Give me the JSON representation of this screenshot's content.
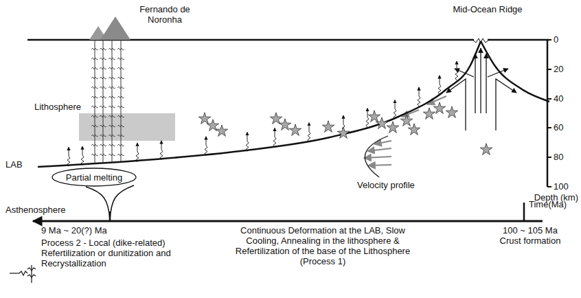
{
  "diagram": {
    "nodes": [
      {
        "text": [
          "Partial melting"
        ]
      }
    ],
    "labels": [
      "Fernando de Noronha",
      "Mid-Ocean Ridge",
      "Lithosphere",
      "LAB",
      "Asthenosphere",
      "Velocity profile",
      "0",
      "20",
      "40",
      "60",
      "80",
      "100",
      "Depth (km)",
      "Time(Ma)",
      "9 Ma ~ 20(?) Ma",
      "100 ~ 105 Ma Crust formation",
      "Process 2 - Local (dike-related) Refertilization or dunitization and Recrystallization",
      "Continuous Deformation at the LAB, Slow Cooling, Annealing in the lithosphere & Refertilization of the base of the Lithosphere (Process 1)"
    ]
  }
}
